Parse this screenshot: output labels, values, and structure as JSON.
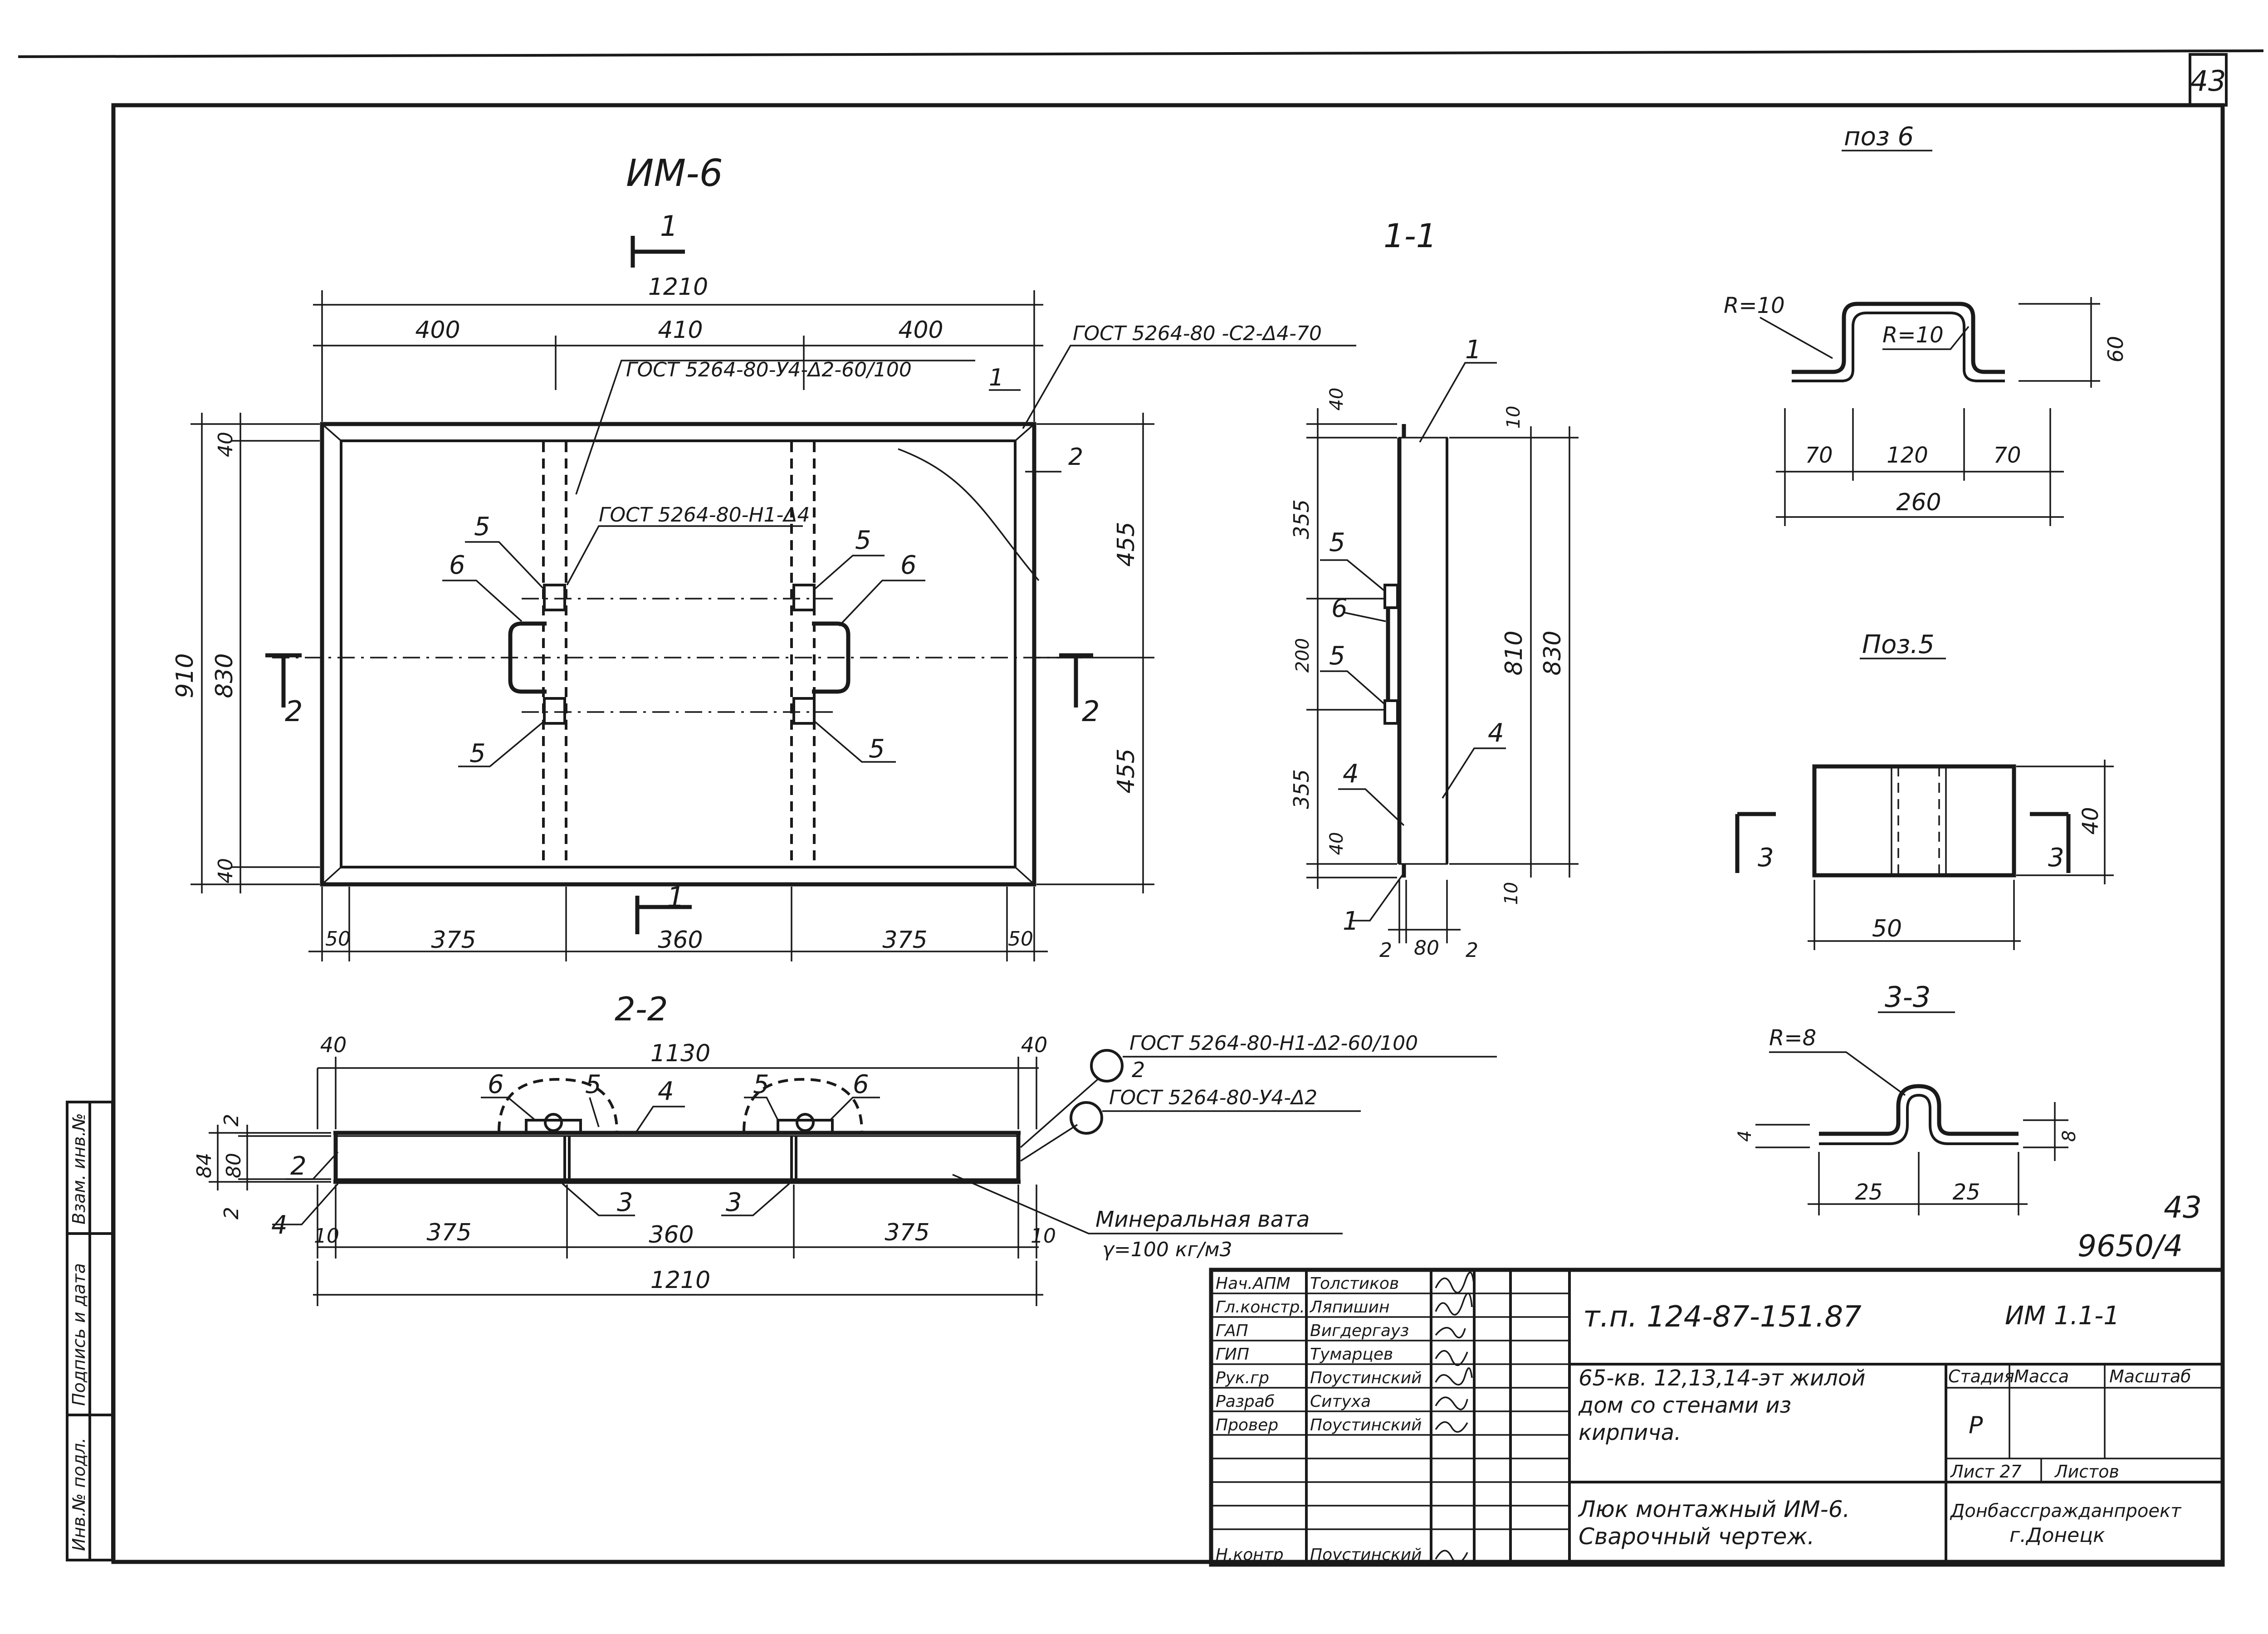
{
  "sheet": {
    "corner_number": "43",
    "title_mark": "ИМ-6",
    "sheet_number_big": "43",
    "archive_number": "9650/4"
  },
  "plan": {
    "section_mark_top": "1",
    "section_mark_bottom": "1",
    "section_mark_left": "2",
    "section_mark_right": "2",
    "dims": {
      "overall_top": "1210",
      "top_left": "400",
      "top_mid": "410",
      "top_right": "400",
      "left_outer": "910",
      "left_inner": "830",
      "left_top": "40",
      "left_bottom": "40",
      "right_top": "455",
      "right_bottom": "455",
      "bot_left_small": "50",
      "bot_left": "375",
      "bot_mid": "360",
      "bot_right": "375",
      "bot_right_small": "50"
    },
    "callouts": {
      "gost_left": "ГОСТ 5264-80-У4-Δ2-60/100",
      "gost_right": "ГОСТ 5264-80 -С2-Δ4-70",
      "gost_mid": "ГОСТ 5264-80-Н1-Δ4",
      "pos1": "1",
      "pos2": "2",
      "pos5a": "5",
      "pos5b": "5",
      "pos5c": "5",
      "pos5d": "5",
      "pos6a": "6",
      "pos6b": "6"
    }
  },
  "section11": {
    "title": "1-1",
    "dims": {
      "top_40": "40",
      "d355a": "355",
      "d200": "200",
      "d355b": "355",
      "bot_40": "40",
      "top_10": "10",
      "d810": "810",
      "d830": "830",
      "bot_10": "10",
      "b2a": "2",
      "b80": "80",
      "b2b": "2"
    },
    "callouts": {
      "p1top": "1",
      "p5a": "5",
      "p6": "6",
      "p5b": "5",
      "p4left": "4",
      "p4right": "4",
      "p1bot": "1"
    }
  },
  "section22": {
    "title": "2-2",
    "dims": {
      "top_40l": "40",
      "d1130": "1130",
      "top_40r": "40",
      "left_84": "84",
      "left_80": "80",
      "left_2a": "2",
      "left_2b": "2",
      "b10l": "10",
      "b375l": "375",
      "b360": "360",
      "b375r": "375",
      "b10r": "10",
      "overall": "1210"
    },
    "callouts": {
      "p6a": "6",
      "p5a": "5",
      "p4": "4",
      "p5b": "5",
      "p6b": "6",
      "p2": "2",
      "p4left": "4",
      "p3a": "3",
      "p3b": "3",
      "weld1": "ГОСТ 5264-80-Н1-Δ2-60/100",
      "weld1_num": "2",
      "weld2": "ГОСТ 5264-80-У4-Δ2",
      "mineral1": "Минеральная вата",
      "mineral2": "γ=100 кг/м3"
    }
  },
  "pos6": {
    "title": "поз 6",
    "r_left": "R=10",
    "r_right": "R=10",
    "height": "60",
    "d70a": "70",
    "d120": "120",
    "d70b": "70",
    "d260": "260"
  },
  "pos5": {
    "title": "Поз.5",
    "mark_left": "3",
    "mark_right": "3",
    "height": "40",
    "width": "50"
  },
  "section33": {
    "title": "3-3",
    "radius": "R=8",
    "d4": "4",
    "d8": "8",
    "d25a": "25",
    "d25b": "25"
  },
  "side_stamp": {
    "col1": "Инв.№ подл.",
    "col2": "Подпись и дата",
    "col3": "Взам. инв.№"
  },
  "title_block": {
    "roles": [
      "Нач.АПМ",
      "Гл.констр.",
      "ГАП",
      "ГИП",
      "Рук.гр",
      "Разраб",
      "Провер",
      "",
      "",
      "Н.контр"
    ],
    "names": [
      "Толстиков",
      "Ляпишин",
      "Вигдергауз",
      "Тумарцев",
      "Поустинский",
      "Ситуха",
      "Поустинский",
      "",
      "",
      "Поустинский"
    ],
    "doc_code": "т.п. 124-87-151.87",
    "mark": "ИМ 1.1-1",
    "project_line1": "65-кв. 12,13,14-эт жилой",
    "project_line2": "дом со стенами из",
    "project_line3": "кирпича.",
    "stage_label": "Стадия",
    "mass_label": "Масса",
    "scale_label": "Масштаб",
    "stage_value": "Р",
    "sheet_label": "Лист 27",
    "sheets_label": "Листов",
    "name_line1": "Люк монтажный ИМ-6.",
    "name_line2": "Сварочный чертеж.",
    "org_line1": "Донбассгражданпроект",
    "org_line2": "г.Донецк"
  }
}
